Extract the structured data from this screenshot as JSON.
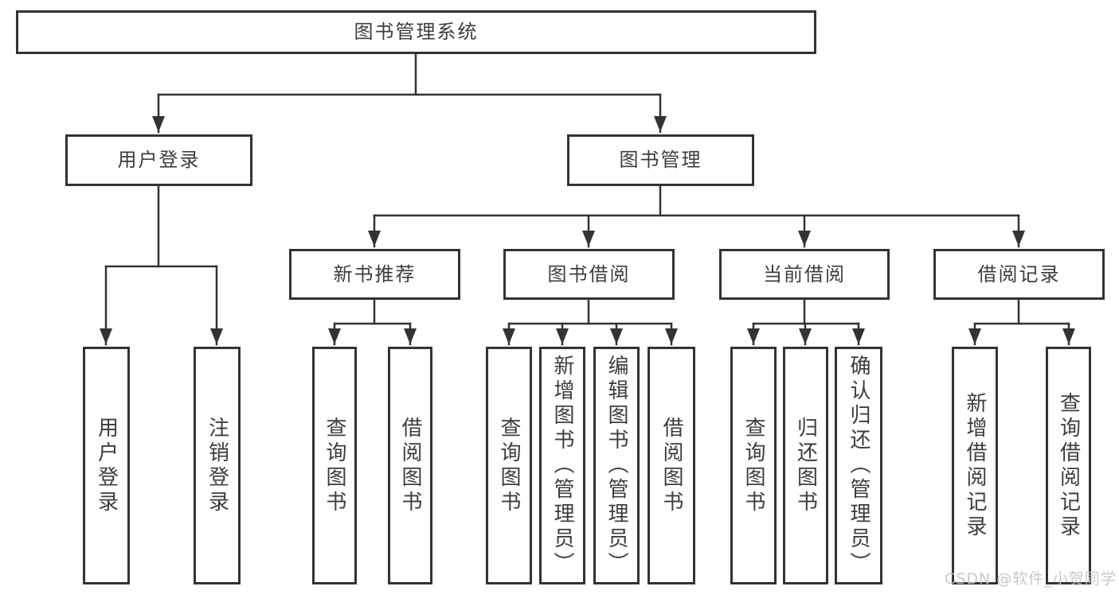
{
  "colors": {
    "line": "#333333",
    "box_border": "#333333",
    "text": "#3d3d3d",
    "background": "#ffffff",
    "watermark": "#c5c5c5"
  },
  "watermark": {
    "text": "CSDN @软件_小贺同学"
  },
  "diagram": {
    "root": {
      "label": "图书管理系统"
    },
    "level2": [
      {
        "id": "user-login",
        "parent": "图书管理系统",
        "label": "用户登录"
      },
      {
        "id": "book-management",
        "parent": "图书管理系统",
        "label": "图书管理"
      }
    ],
    "level3": [
      {
        "id": "new-book-recommend",
        "parent": "图书管理",
        "label": "新书推荐"
      },
      {
        "id": "book-borrow",
        "parent": "图书管理",
        "label": "图书借阅"
      },
      {
        "id": "current-borrow",
        "parent": "图书管理",
        "label": "当前借阅"
      },
      {
        "id": "borrow-records",
        "parent": "图书管理",
        "label": "借阅记录"
      }
    ],
    "level4": [
      {
        "parent": "用户登录",
        "label": "用户登录"
      },
      {
        "parent": "用户登录",
        "label": "注销登录"
      },
      {
        "parent": "新书推荐",
        "label": "查询图书"
      },
      {
        "parent": "新书推荐",
        "label": "借阅图书"
      },
      {
        "parent": "图书借阅",
        "label": "查询图书"
      },
      {
        "parent": "图书借阅",
        "label": "新增图书（管理员）"
      },
      {
        "parent": "图书借阅",
        "label": "编辑图书（管理员）"
      },
      {
        "parent": "图书借阅",
        "label": "借阅图书"
      },
      {
        "parent": "当前借阅",
        "label": "查询图书"
      },
      {
        "parent": "当前借阅",
        "label": "归还图书"
      },
      {
        "parent": "当前借阅",
        "label": "确认归还（管理员）"
      },
      {
        "parent": "借阅记录",
        "label": "新增借阅记录"
      },
      {
        "parent": "借阅记录",
        "label": "查询借阅记录"
      }
    ]
  }
}
